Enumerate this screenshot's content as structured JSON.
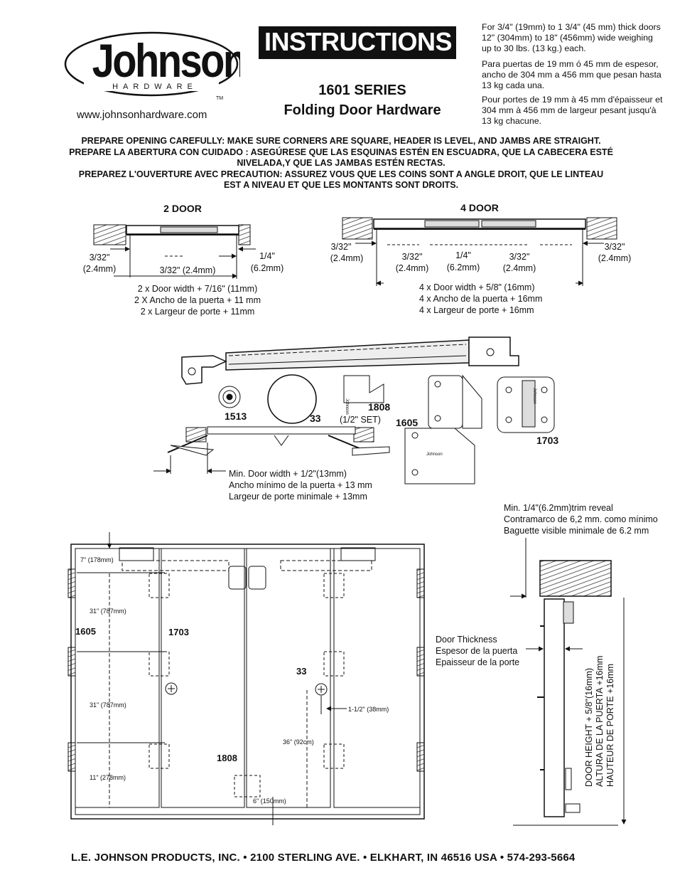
{
  "brand": {
    "name": "Johnson",
    "sub": "HARDWARE",
    "tm": "TM",
    "url": "www.johnsonhardware.com",
    "small_mark": "Johnson"
  },
  "header": {
    "badge": "INSTRUCTIONS",
    "series": "1601 SERIES",
    "product": "Folding Door Hardware",
    "spec_en": [
      "For 3/4\" (19mm) to 1 3/4\" (45 mm) thick doors",
      "12\" (304mm) to 18\" (456mm) wide weighing",
      "up to 30 lbs. (13 kg.) each."
    ],
    "spec_es": [
      "Para puertas de 19 mm ó 45 mm de espesor,",
      "ancho de 304 mm a 456 mm que pesan hasta",
      "13 kg cada una."
    ],
    "spec_fr": [
      "Pour portes de 19 mm à 45 mm d'épaisseur et",
      "304 mm à 456 mm de largeur pesant jusqu'à",
      "13 kg chacune."
    ]
  },
  "prepare": [
    "PREPARE OPENING CAREFULLY: MAKE SURE CORNERS ARE SQUARE, HEADER IS LEVEL, AND JAMBS ARE STRAIGHT.",
    "PREPARE LA ABERTURA CON CUIDADO : ASEGÚRESE QUE LAS ESQUINAS ESTÉN EN ESCUADRA, QUE LA CABECERA ESTÉ",
    "NIVELADA,Y QUE LAS JAMBAS ESTÉN RECTAS.",
    "PREPAREZ L'OUVERTURE AVEC PRECAUTION: ASSUREZ VOUS QUE LES COINS SONT A ANGLE  DROIT, QUE LE LINTEAU",
    "EST A NIVEAU ET QUE LES MONTANTS SONT DROITS."
  ],
  "two_door": {
    "title": "2 DOOR",
    "left_dim": [
      "3/32\"",
      "(2.4mm)"
    ],
    "mid_dim": "3/32\" (2.4mm)",
    "right_dim": [
      "1/4\"",
      "(6.2mm)"
    ],
    "formula": [
      "2 x Door width + 7/16\" (11mm)",
      "2 X Ancho de la puerta + 11 mm",
      "2 x Largeur de porte + 11mm"
    ]
  },
  "four_door": {
    "title": "4 DOOR",
    "dims": [
      [
        "3/32\"",
        "(2.4mm)"
      ],
      [
        "3/32\"",
        "(2.4mm)"
      ],
      [
        "1/4\"",
        "(6.2mm)"
      ],
      [
        "3/32\"",
        "(2.4mm)"
      ],
      [
        "3/32\"",
        "(2.4mm)"
      ]
    ],
    "formula": [
      "4 x Door width + 5/8\" (16mm)",
      "4 x Ancho de la puerta + 16mm",
      "4 x Largeur de porte + 16mm"
    ]
  },
  "parts": {
    "p1513": "1513",
    "p33": "33",
    "p1808": "1808",
    "p1808_note": "(1/2\" SET)",
    "p1605": "1605",
    "p1703": "1703"
  },
  "min_width": [
    "Min. Door width + 1/2\"(13mm)",
    "Ancho mínimo de la puerta + 13 mm",
    "Largeur de porte minimale + 13mm"
  ],
  "elevation": {
    "d7": "7\" (178mm)",
    "d31a": "31\" (787mm)",
    "d31b": "31\" (787mm)",
    "d11": "11\" (278mm)",
    "d36": "36\" (92cm)",
    "d112": "1-1/2\" (38mm)",
    "d6": "6\" (150mm)",
    "l1605": "1605",
    "l1703": "1703",
    "l33": "33",
    "l1808": "1808"
  },
  "section": {
    "trim": [
      "Min. 1/4\"(6.2mm)trim reveal",
      "Contramarco de 6,2 mm. como mínimo",
      "Baguette visible minimale de 6.2 mm"
    ],
    "thickness": [
      "Door Thickness",
      "Espesor de la puerta",
      "Epaisseur de la porte"
    ],
    "height": [
      "DOOR HEIGHT + 5/8\"(16mm)",
      "ALTURA DE LA PUERTA +16mm",
      "HAUTEUR DE PORTE +16mm"
    ]
  },
  "footer": "L.E. JOHNSON PRODUCTS, INC. • 2100 STERLING AVE. • ELKHART, IN 46516 USA • 574-293-5664"
}
